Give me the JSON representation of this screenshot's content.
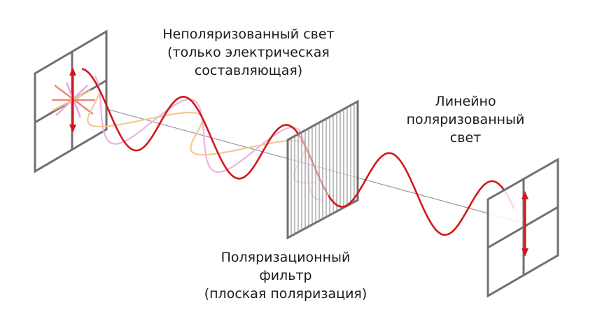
{
  "labels": {
    "unpolarized": [
      "Неполяризованный свет",
      "(только электрическая",
      "составляющая)"
    ],
    "linear": [
      "Линейно",
      "поляризованный",
      "свет"
    ],
    "filter": [
      "Поляризационный",
      "фильтр",
      "(плоская поляризация)"
    ]
  },
  "colors": {
    "frame": "#707070",
    "axis": "#9a9a9a",
    "wave_vertical": "#d0181c",
    "wave_pink": "#eeb2e2",
    "wave_orange": "#f3c894",
    "arrow_red": "#d0181c",
    "arrow_salmon": "#e98a78",
    "arrow_pink": "#f0a4dc"
  }
}
